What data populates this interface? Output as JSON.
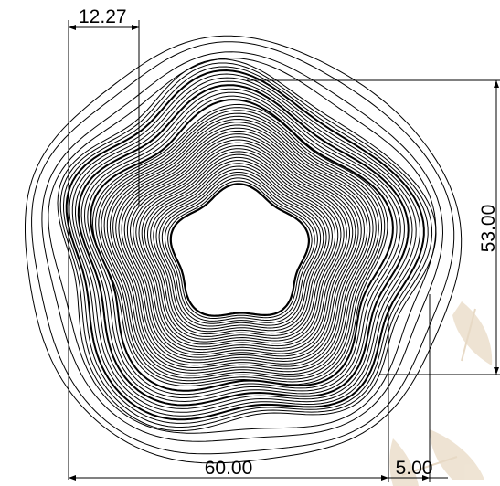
{
  "drawing": {
    "kind": "concentric pentagonal contour drawing with dimensions",
    "line_color": "#000000",
    "background": "#ffffff",
    "watermark_color": "#e8dccb",
    "watermark_icon": "leaf-icon"
  },
  "dimensions": {
    "top": "12.27",
    "right": "53.00",
    "bottom": "60.00",
    "bottom_right": "5.00"
  }
}
